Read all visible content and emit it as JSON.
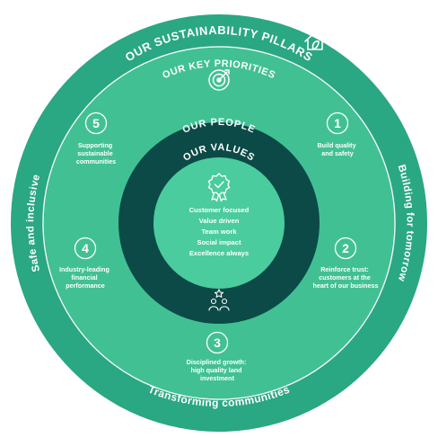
{
  "colors": {
    "outer_ring": "#2aa783",
    "mid_ring": "#41c193",
    "people_ring": "#0c4a47",
    "values_core": "#4bcc9e",
    "text": "#ffffff"
  },
  "outer_ring": {
    "top_label": "OUR SUSTAINABILITY PILLARS",
    "left_label": "Safe and inclusive",
    "right_label": "Building for tomorrow",
    "bottom_label": "Transforming communities",
    "icon": "house-leaf-icon"
  },
  "key_priorities": {
    "title": "OUR KEY PRIORITIES",
    "icon": "target-icon",
    "items": [
      {
        "number": "1",
        "lines": [
          "Build quality",
          "and safety"
        ]
      },
      {
        "number": "2",
        "lines": [
          "Reinforce trust:",
          "customers at the",
          "heart of our business"
        ]
      },
      {
        "number": "3",
        "lines": [
          "Disciplined growth:",
          "high quality land",
          "investment"
        ]
      },
      {
        "number": "4",
        "lines": [
          "Industry-leading",
          "financial",
          "performance"
        ]
      },
      {
        "number": "5",
        "lines": [
          "Supporting",
          "sustainable",
          "communities"
        ]
      }
    ]
  },
  "our_people": {
    "title": "OUR PEOPLE",
    "icon": "people-star-icon"
  },
  "our_values": {
    "title": "OUR VALUES",
    "icon": "award-badge-icon",
    "items": [
      "Customer focused",
      "Value driven",
      "Team work",
      "Social impact",
      "Excellence always"
    ]
  }
}
